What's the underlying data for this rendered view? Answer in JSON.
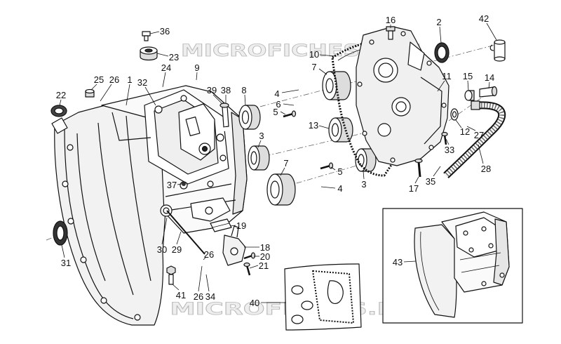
{
  "watermark": "MICROFICHES.NET",
  "callouts": [
    "36",
    "16",
    "2",
    "42",
    "23",
    "10",
    "24",
    "9",
    "7",
    "25",
    "26",
    "1",
    "32",
    "39",
    "38",
    "8",
    "4",
    "6",
    "5",
    "22",
    "11",
    "15",
    "14",
    "12",
    "13",
    "3",
    "27",
    "33",
    "5",
    "3",
    "7",
    "37",
    "4",
    "17",
    "35",
    "28",
    "19",
    "30",
    "29",
    "18",
    "20",
    "26",
    "21",
    "31",
    "43",
    "41",
    "26",
    "34",
    "40"
  ]
}
